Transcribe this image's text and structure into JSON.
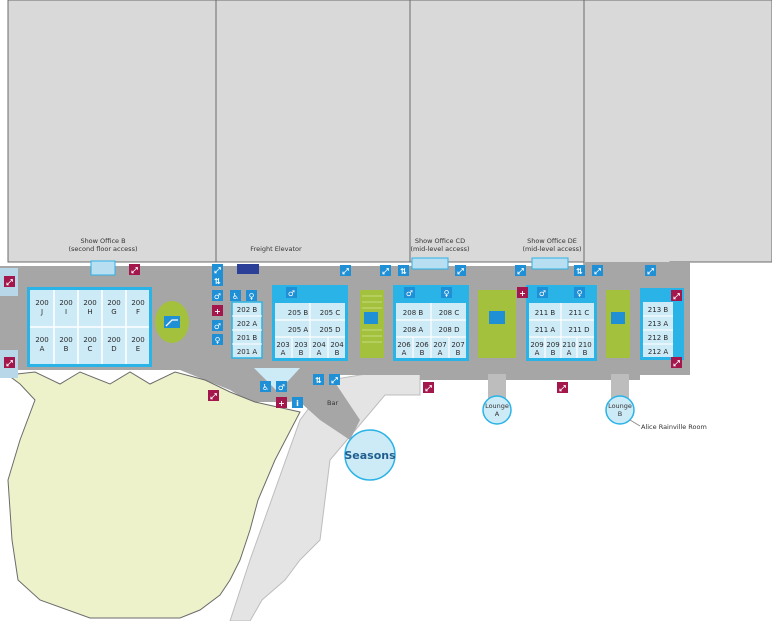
{
  "rooms_200": [
    {
      "top": "200",
      "bot": "J"
    },
    {
      "top": "200",
      "bot": "I"
    },
    {
      "top": "200",
      "bot": "H"
    },
    {
      "top": "200",
      "bot": "G"
    },
    {
      "top": "200",
      "bot": "F"
    },
    {
      "top": "200",
      "bot": "A"
    },
    {
      "top": "200",
      "bot": "B"
    },
    {
      "top": "200",
      "bot": "C"
    },
    {
      "top": "200",
      "bot": "D"
    },
    {
      "top": "200",
      "bot": "E"
    }
  ],
  "rooms_202": [
    "202 B",
    "202 A",
    "201 B",
    "201 A"
  ],
  "rooms_205": [
    "205 B",
    "205 C",
    "205 A",
    "205 D"
  ],
  "rooms_203": [
    {
      "top": "203",
      "bot": "A"
    },
    {
      "top": "203",
      "bot": "B"
    },
    {
      "top": "204",
      "bot": "A"
    },
    {
      "top": "204",
      "bot": "B"
    }
  ],
  "rooms_208": [
    "208 B",
    "208 C",
    "208 A",
    "208 D"
  ],
  "rooms_206": [
    {
      "top": "206",
      "bot": "A"
    },
    {
      "top": "206",
      "bot": "B"
    },
    {
      "top": "207",
      "bot": "A"
    },
    {
      "top": "207",
      "bot": "B"
    }
  ],
  "rooms_211": [
    "211 B",
    "211 C",
    "211 A",
    "211 D"
  ],
  "rooms_209": [
    {
      "top": "209",
      "bot": "A"
    },
    {
      "top": "209",
      "bot": "B"
    },
    {
      "top": "210",
      "bot": "A"
    },
    {
      "top": "210",
      "bot": "B"
    }
  ],
  "rooms_213": [
    "213 B",
    "213 A",
    "212 B",
    "212 A"
  ],
  "labels": {
    "show_office_b": [
      "Show Office B",
      "(second floor access)"
    ],
    "freight_elevator": "Freight Elevator",
    "show_office_cd": [
      "Show Office CD",
      "(mid-level access)"
    ],
    "show_office_de": [
      "Show Office DE",
      "(mid-level access)"
    ],
    "seasons": "Seasons",
    "bar": "Bar",
    "lounge_a": [
      "Lounge",
      "A"
    ],
    "lounge_b": [
      "Lounge",
      "B"
    ],
    "alice": "Alice Rainville Room"
  },
  "colors": {
    "hall": "#d9d9d9",
    "hall_line": "#6b6b6b",
    "corridor": "#a6a6a6",
    "room_fill": "#cdeaf7",
    "room_border": "#2ab3e6",
    "green_room": "#f0f3cf",
    "escalator": "#a3c13d",
    "exit": "#a3174c",
    "info": "#1f8fd6",
    "outdoor": "#e1e1e1"
  },
  "icons": [
    "stairs-icon",
    "escalator-icon",
    "elevator-icon",
    "restroom-icon",
    "accessible-icon",
    "info-icon",
    "first-aid-icon",
    "atm-icon"
  ]
}
